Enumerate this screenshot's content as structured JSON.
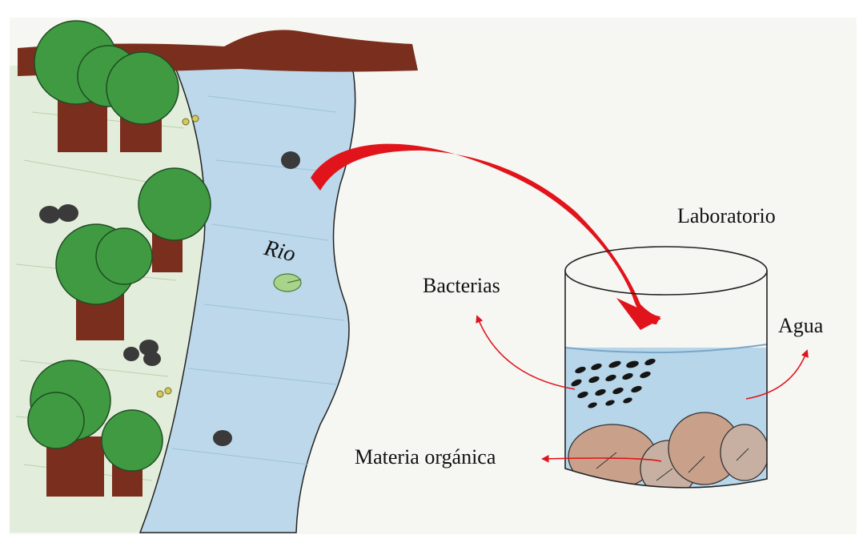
{
  "labels": {
    "laboratorio": "Laboratorio",
    "bacterias": "Bacterias",
    "agua": "Agua",
    "materia_organica": "Materia orgánica",
    "rio": "Rio"
  },
  "colors": {
    "paper": "#f6f6f3",
    "bank": "#7a2e1d",
    "river": "#bcd8ea",
    "tree_crown": "#3f9a42",
    "tree_trunk": "#7a2e1d",
    "grass": "#dbe9d0",
    "stone": "#3a3a3a",
    "lily_pad": "#a7d48a",
    "arrow_big": "#e0141a",
    "arrow_thin": "#e0141a",
    "water": "#b7d6ea",
    "sediment": "#c9a089",
    "bacteria": "#151515"
  }
}
